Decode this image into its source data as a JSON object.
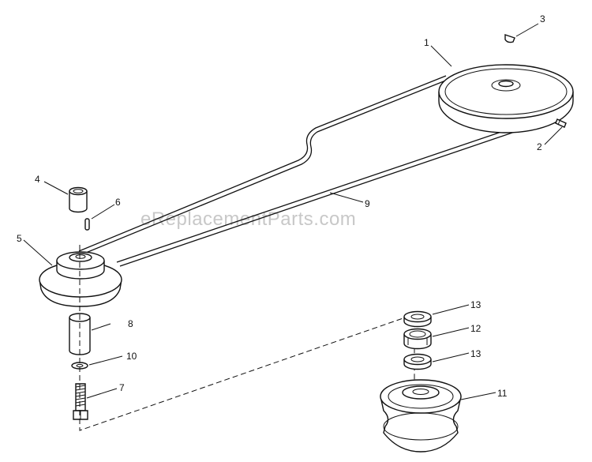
{
  "watermark": "eReplacementParts.com",
  "callouts": [
    {
      "id": "c1",
      "label": "1"
    },
    {
      "id": "c2",
      "label": "2"
    },
    {
      "id": "c3",
      "label": "3"
    },
    {
      "id": "c4",
      "label": "4"
    },
    {
      "id": "c5",
      "label": "5"
    },
    {
      "id": "c6",
      "label": "6"
    },
    {
      "id": "c7",
      "label": "7"
    },
    {
      "id": "c8",
      "label": "8"
    },
    {
      "id": "c9",
      "label": "9"
    },
    {
      "id": "c10",
      "label": "10"
    },
    {
      "id": "c11",
      "label": "11"
    },
    {
      "id": "c12",
      "label": "12"
    },
    {
      "id": "c13a",
      "label": "13"
    },
    {
      "id": "c13b",
      "label": "13"
    }
  ]
}
